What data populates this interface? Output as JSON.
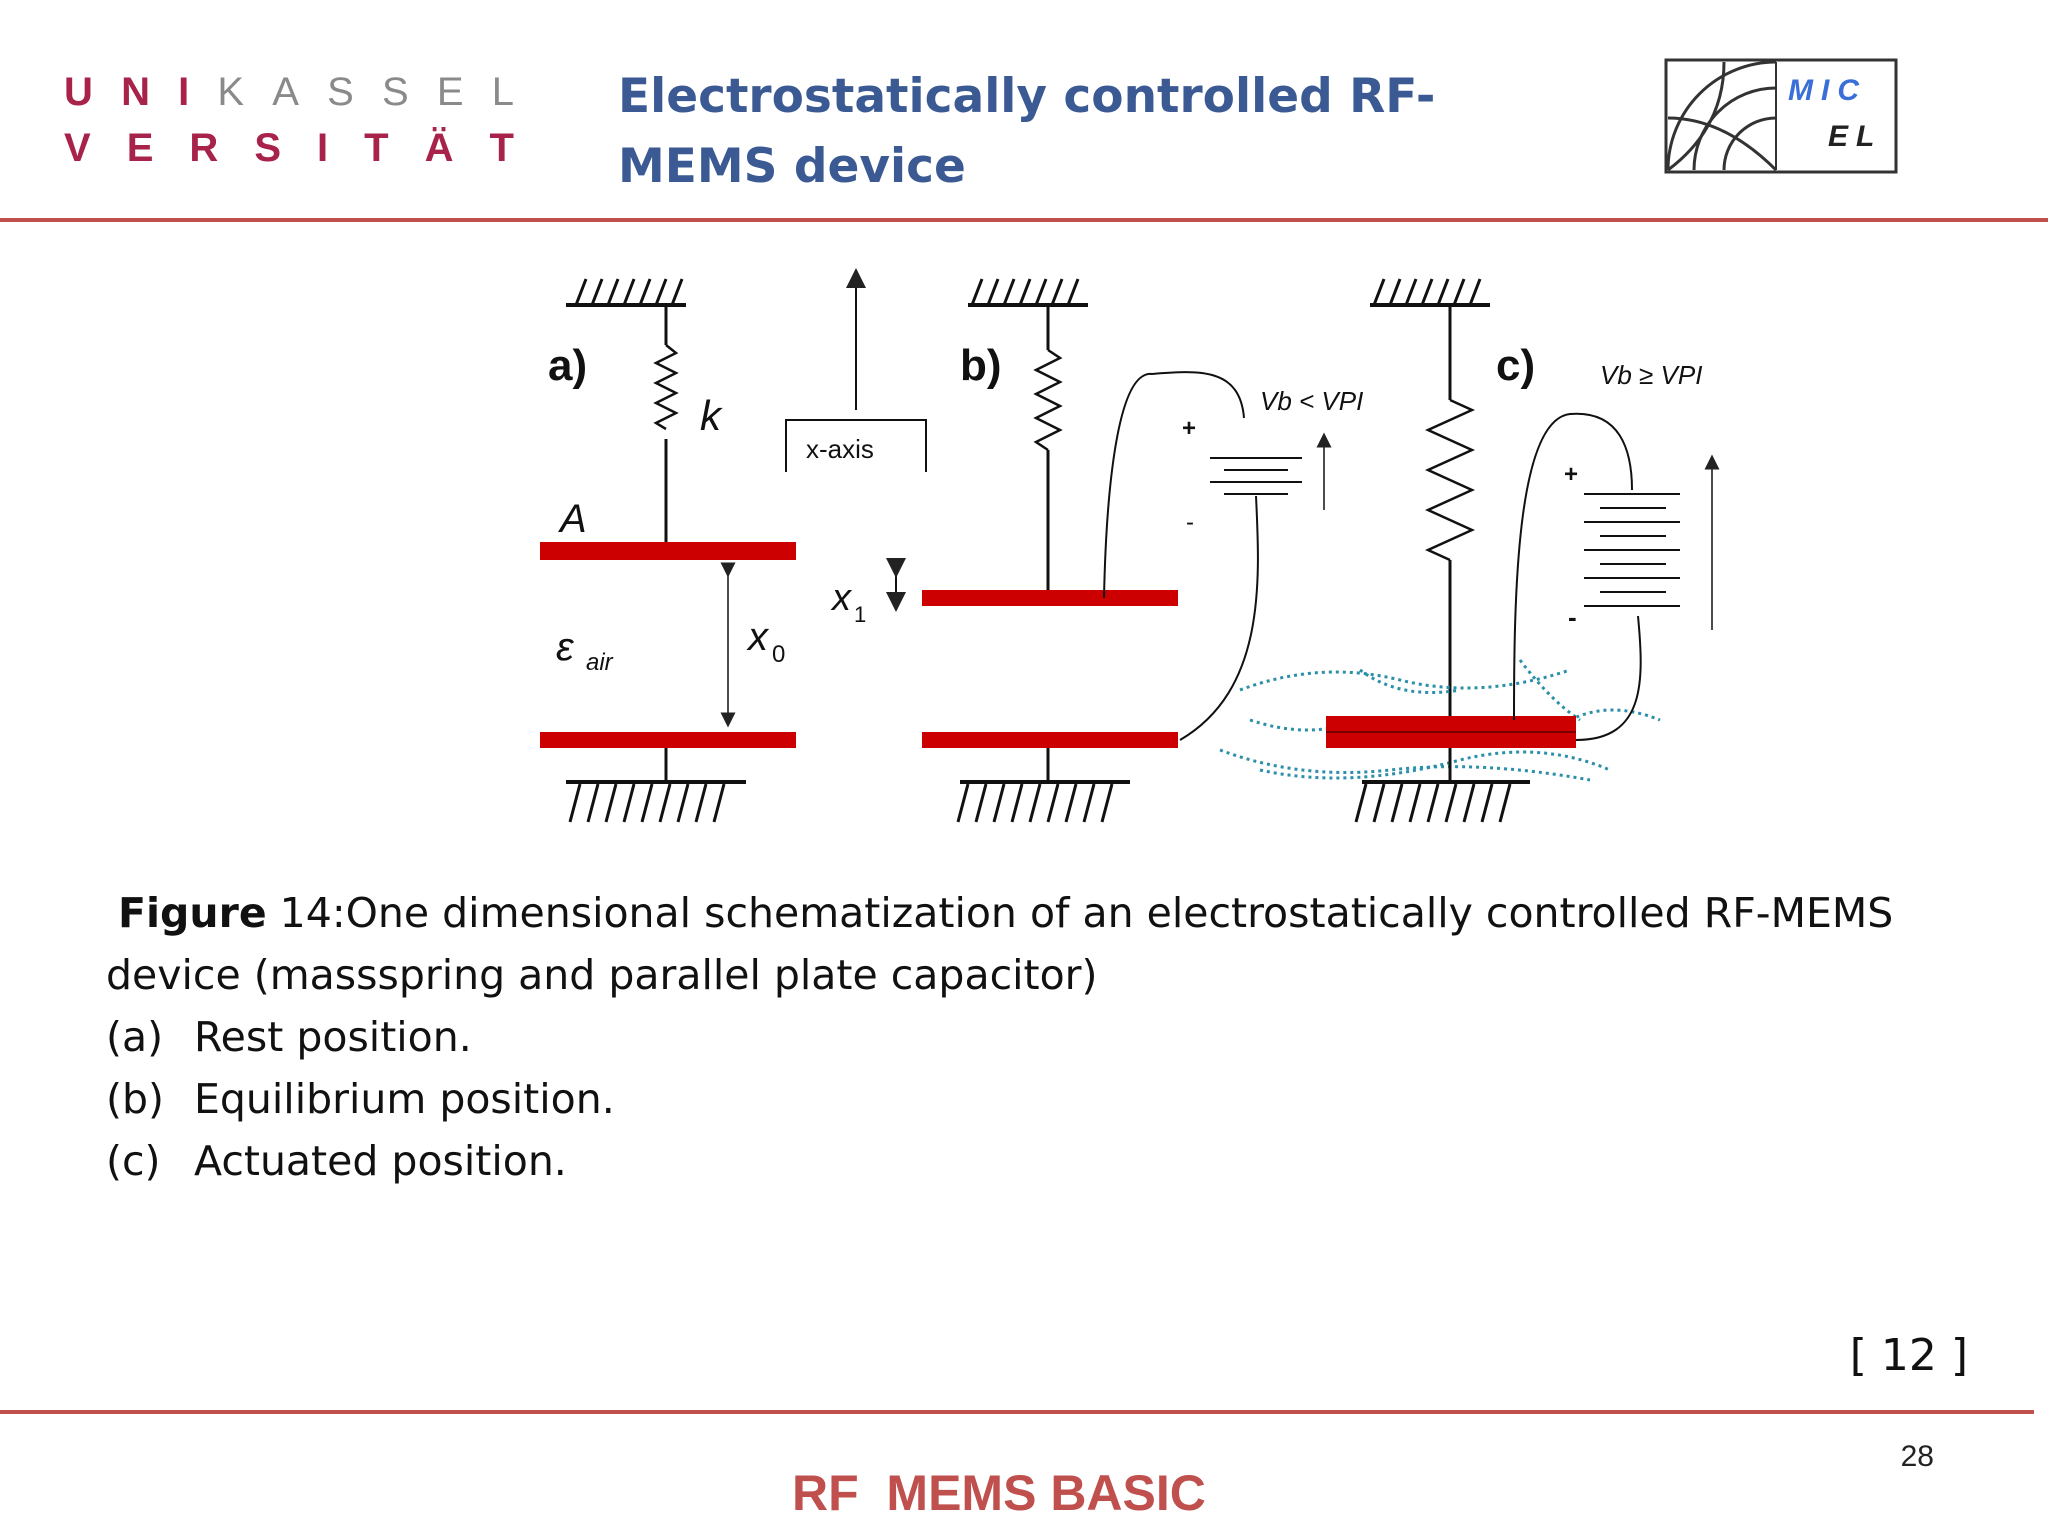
{
  "header": {
    "logo_university": {
      "row1": [
        "U",
        "N",
        "I",
        "K",
        "A",
        "S",
        "S",
        "E",
        "L"
      ],
      "row2": [
        "V",
        "E",
        "R",
        "S",
        "I",
        "T",
        "Ä",
        "T"
      ]
    },
    "title": "Electrostatically controlled RF-MEMS device",
    "logo_lab": {
      "row1": "MIC",
      "row2": "EL"
    }
  },
  "figure": {
    "panel_labels": [
      "a)",
      "b)",
      "c)"
    ],
    "spring_label": "k",
    "plate_label": "A",
    "gap_label": "x",
    "gap_subscript": "0",
    "medium_label": "ε",
    "medium_subscript": "air",
    "axis_label": "x-axis",
    "displacement_label": "x",
    "displacement_subscript": "1",
    "condition_b": "Vb < VPI",
    "condition_c": "Vb ≥ VPI",
    "plus_sign": "+",
    "minus_sign": "-"
  },
  "caption": {
    "figure_word": "Figure",
    "text_line1": " 14:One dimensional schematization of an electrostatically controlled RF-MEMS",
    "text_line2": "device (massspring and parallel plate capacitor)",
    "items": [
      {
        "label": "(a)",
        "text": "Rest position."
      },
      {
        "label": "(b)",
        "text": "Equilibrium position."
      },
      {
        "label": "(c)",
        "text": "Actuated position."
      }
    ]
  },
  "reference": "[ 12 ]",
  "page_number": "28",
  "footer": "RF  MEMS BASIC",
  "colors": {
    "accent_red": "#c0504d",
    "title_blue": "#3b5a93",
    "plate_red": "#cc0000",
    "field_teal": "#2a8fa8"
  }
}
